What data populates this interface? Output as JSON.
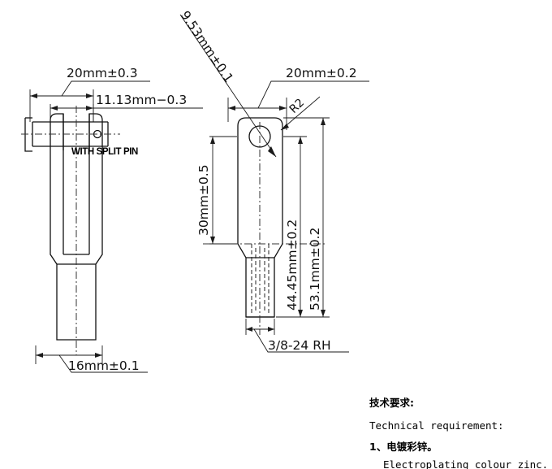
{
  "sheet": {
    "title": "Clevis rod end mechanical drawing",
    "background_color": "#ffffff",
    "line_color": "#1a1a1a"
  },
  "front_view": {
    "name": "front-view",
    "dimensions": {
      "overall_head_width": "20mm±0.3",
      "pin_slot_width": "11.13mm−0.3",
      "shank_width": "16mm±0.1"
    },
    "annotations": {
      "split_pin_note": "WITH SPLIT PIN"
    }
  },
  "side_view": {
    "name": "side-view",
    "dimensions": {
      "hole_diameter": "9.53mm±0.1",
      "head_width": "20mm±0.2",
      "corner_radius": "R2",
      "hole_center_height": "30mm±0.5",
      "body_length": "44.45mm±0.2",
      "overall_length": "53.1mm±0.2",
      "thread_spec": "3/8-24  RH"
    }
  },
  "notes": {
    "heading_cn": "技术要求:",
    "heading_en": "Technical requirement:",
    "item_1_cn": "1、电镀彩锌。",
    "item_1_en": "Electroplating colour zinc."
  }
}
